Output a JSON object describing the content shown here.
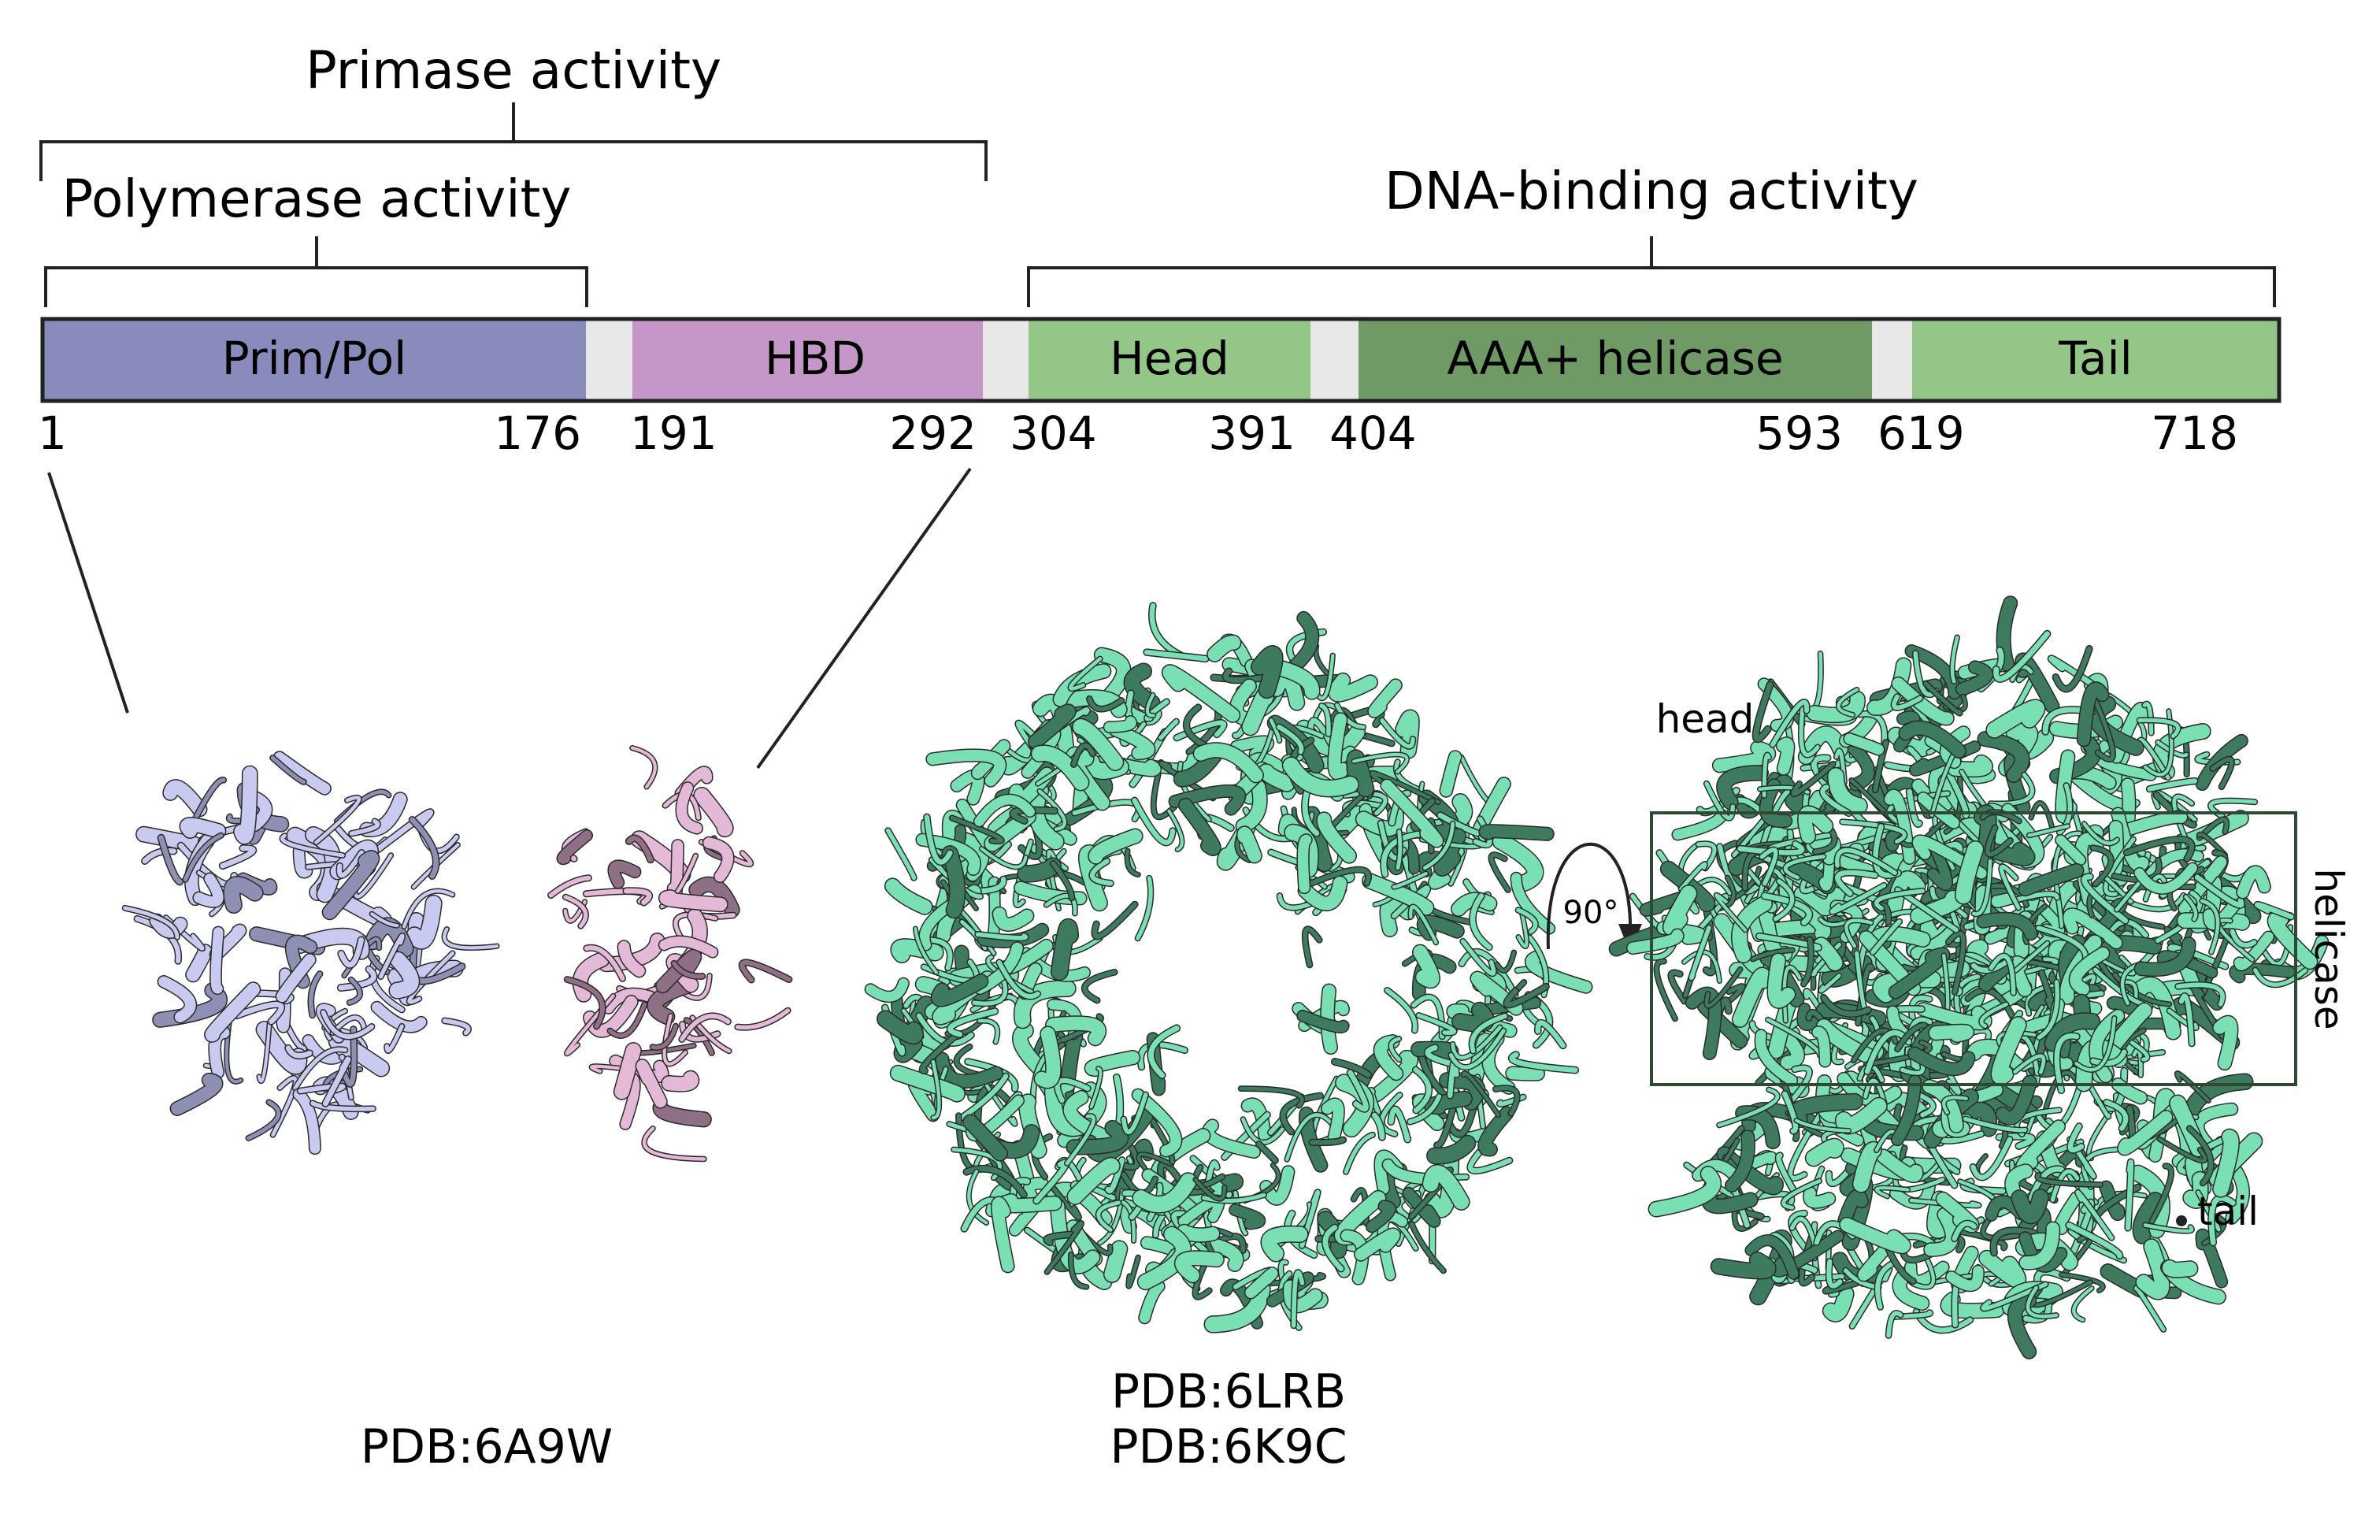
{
  "brackets": {
    "primase": "Primase activity",
    "polymerase": "Polymerase activity",
    "dna_binding": "DNA-binding activity"
  },
  "domains": [
    {
      "label": "Prim/Pol",
      "color": "#8a8bbd"
    },
    {
      "label": "HBD",
      "color": "#c497c8"
    },
    {
      "label": "Head",
      "color": "#94c687"
    },
    {
      "label": "AAA+ helicase",
      "color": "#6f9a66"
    },
    {
      "label": "Tail",
      "color": "#94c687"
    }
  ],
  "linker_color": "#e8e8e8",
  "residues": [
    "1",
    "176",
    "191",
    "292",
    "304",
    "391",
    "404",
    "593",
    "619",
    "718"
  ],
  "structures": {
    "primpol_pdb": "PDB:6A9W",
    "helicase_pdb_1": "PDB:6LRB",
    "helicase_pdb_2": "PDB:6K9C",
    "rotation": "90°",
    "head": "head",
    "helicase": "helicase",
    "tail": "tail"
  },
  "colors": {
    "primpol_ribbon": "#c8cbef",
    "primpol_shadow": "#8e90b3",
    "hbd_ribbon": "#e4b9d8",
    "hbd_shadow": "#8f6f86",
    "helicase_ribbon": "#7ae0b4",
    "helicase_shadow": "#3d7a5e"
  }
}
